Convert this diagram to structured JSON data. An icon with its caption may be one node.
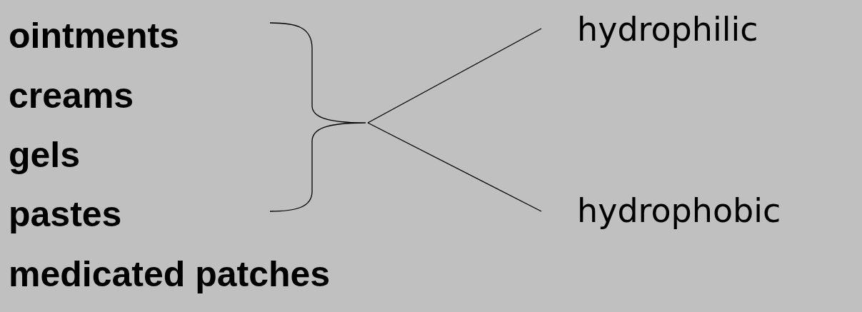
{
  "diagram": {
    "nodes": [
      {
        "text": [
          "ointments"
        ]
      },
      {
        "text": [
          "creams"
        ]
      },
      {
        "text": [
          "gels"
        ]
      },
      {
        "text": [
          "pastes"
        ]
      },
      {
        "text": [
          "medicated patches"
        ]
      },
      {
        "text": [],
        "shape": "bracket"
      },
      {
        "text": [
          "hydrophilic"
        ]
      },
      {
        "text": [
          "hydrophobic"
        ]
      }
    ],
    "edges": [
      {
        "from": 5,
        "to": 6,
        "arrow": "none"
      },
      {
        "from": 5,
        "to": 7,
        "arrow": "none"
      }
    ]
  }
}
